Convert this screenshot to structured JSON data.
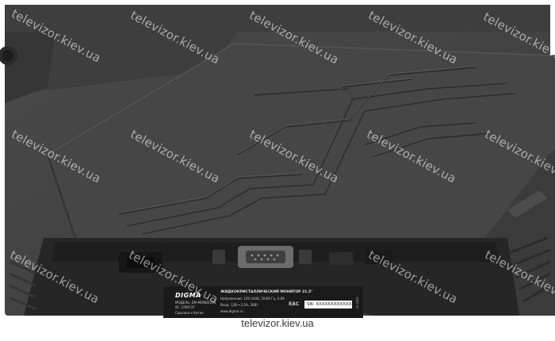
{
  "watermark": "televizor.kiev.ua",
  "caption": "televizor.kiev.ua",
  "sticker": {
    "brand": "DIGMA",
    "product_line": "ЖИДКОКРИСТАЛЛИЧЕСКИЙ МОНИТОР 21.5\"",
    "model_line": "МОДЕЛЬ: DM-MONB2203",
    "id_line": "ID: 1789737",
    "country_line": "Сделано в Китае",
    "voltage_line": "Напряжение: 100-240В, 50/60 Гц, 0,8А",
    "input_line": "Вход: 12В ═ 2,5А, 30Вт",
    "site_line": "www.digma.ru",
    "cert_mark": "EAC",
    "serial": "SN: XXXXXXXXXXXX",
    "date": "01.2023"
  },
  "colors": {
    "case": "#414141",
    "case_dark": "#2f2f2f",
    "recess": "#262626",
    "caption_glow": "#ffffff"
  }
}
